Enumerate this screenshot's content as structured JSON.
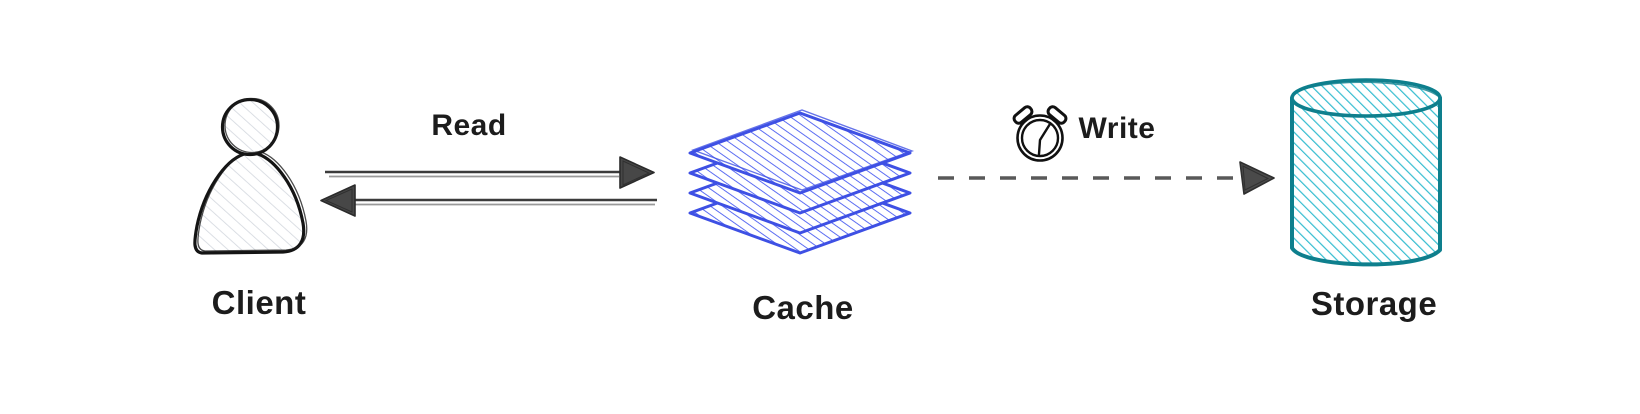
{
  "canvas": {
    "background": "#ffffff"
  },
  "nodes": {
    "client": {
      "label": "Client",
      "icon": "person-icon",
      "ink_color": "#1e1e1e",
      "hatch_color": "#d3d7de"
    },
    "cache": {
      "label": "Cache",
      "icon": "layers-icon",
      "outline_color": "#3e50e4",
      "hatch_color": "#5d6ef2"
    },
    "storage": {
      "label": "Storage",
      "icon": "database-cylinder-icon",
      "outline_color": "#0e7f8d",
      "hatch_color": "#35bdd0"
    }
  },
  "edges": {
    "read": {
      "label": "Read",
      "from": "client",
      "to": "cache",
      "direction": "bidirectional",
      "style": "solid-double-line",
      "color": "#3c3c3c"
    },
    "write": {
      "label": "Write",
      "from": "cache",
      "to": "storage",
      "direction": "forward",
      "style": "dashed",
      "icon": "alarm-clock-icon",
      "color": "#595959"
    }
  }
}
